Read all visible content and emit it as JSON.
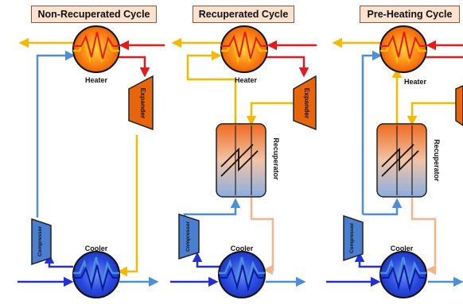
{
  "cycles": [
    {
      "title": "Non-Recuperated Cycle"
    },
    {
      "title": "Recuperated Cycle"
    },
    {
      "title": "Pre-Heating Cycle"
    }
  ],
  "labels": {
    "heater": "Heater",
    "cooler": "Cooler",
    "expander": "Expander",
    "compressor": "Compressor",
    "recuperator": "Recuperator"
  },
  "colors": {
    "hot_stream": "#e8191d",
    "working_hot": "#f7b800",
    "working_cold": "#4a90d9",
    "cold_stream": "#2330d6",
    "recuperated_return": "#f5b38a",
    "heater_fill": "#f26b00",
    "cooler_fill": "#1f3fd0",
    "compressor_fill": "#4a7ed1",
    "expander_fill": "#e8650a"
  },
  "icons": [
    "heater-icon",
    "cooler-icon",
    "expander-icon",
    "compressor-icon",
    "recuperator-icon",
    "flow-arrow-icon"
  ]
}
